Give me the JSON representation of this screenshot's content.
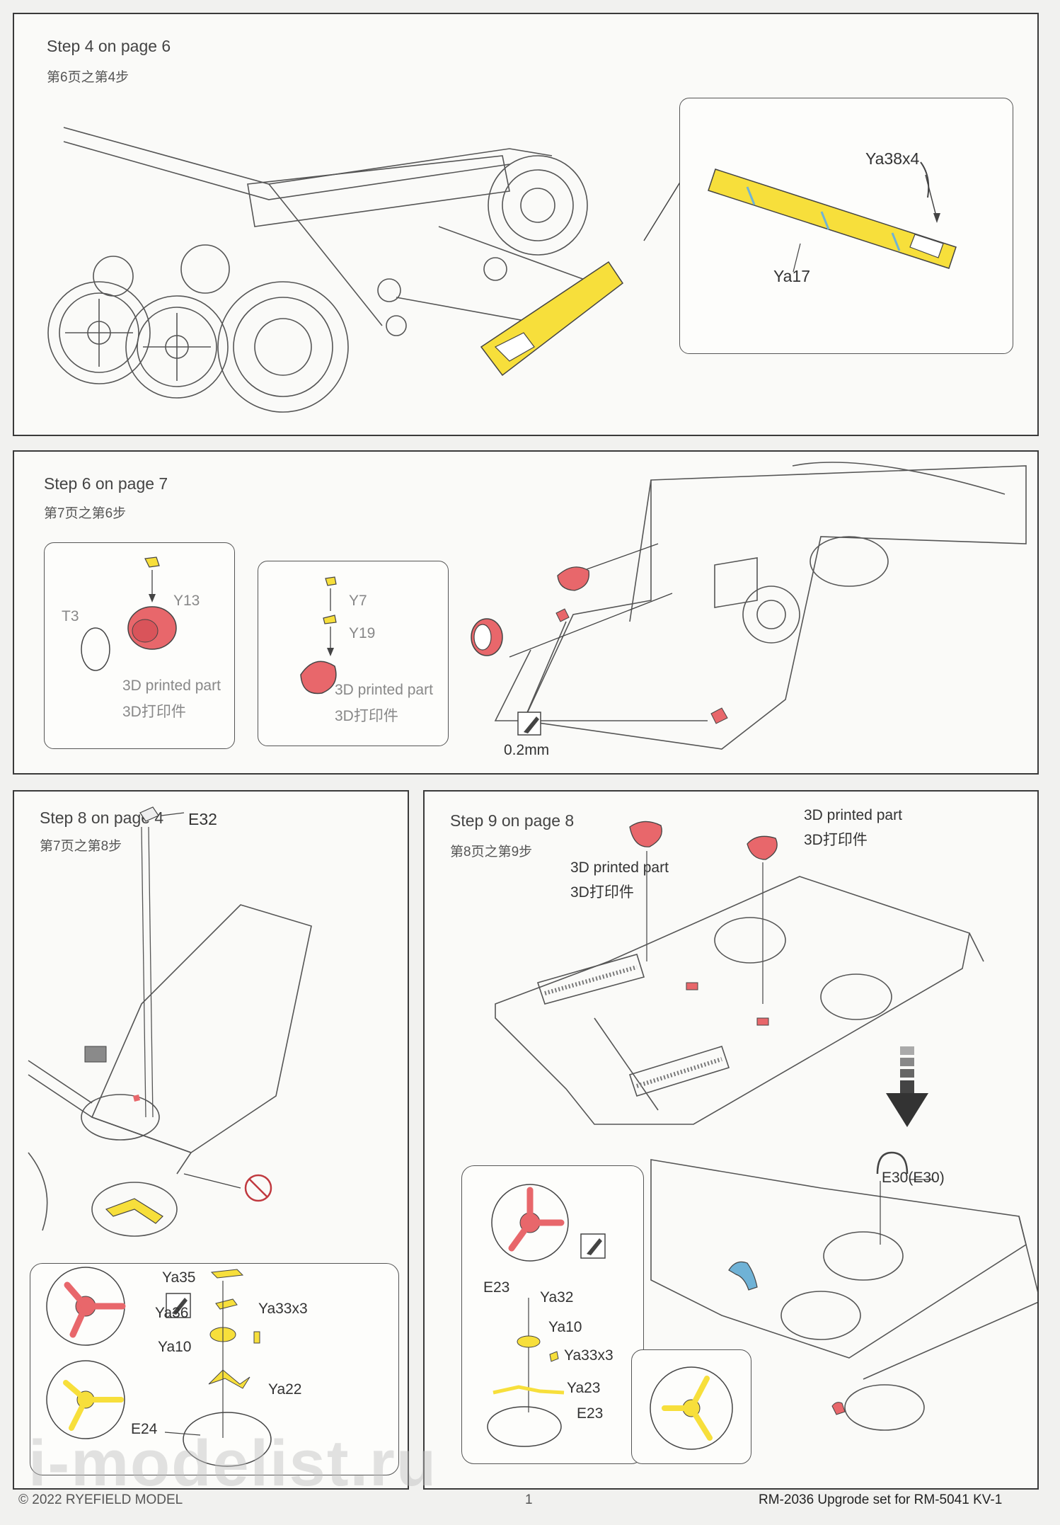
{
  "colors": {
    "yellow_part": "#f7df3b",
    "red_part": "#e8676b",
    "blue_part": "#6fb2d6",
    "line": "#444444",
    "panel_border": "#3a3a3a"
  },
  "steps": {
    "step4": {
      "title": "Step 4 on page 6",
      "subtitle": "第6页之第4步",
      "labels": {
        "ya38": "Ya38x4",
        "ya17": "Ya17"
      }
    },
    "step6": {
      "title": "Step 6 on page 7",
      "subtitle": "第7页之第6步",
      "box1": {
        "t3": "T3",
        "y13": "Y13",
        "printed": "3D printed part",
        "printed_cn": "3D打印件"
      },
      "box2": {
        "y7": "Y7",
        "y19": "Y19",
        "printed": "3D printed part",
        "printed_cn": "3D打印件"
      },
      "thickness": "0.2mm"
    },
    "step8": {
      "title": "Step 8 on page 4",
      "subtitle": "第7页之第8步",
      "labels": {
        "e32": "E32",
        "ya35": "Ya35",
        "ya36": "Ya36",
        "ya33x3": "Ya33x3",
        "ya10": "Ya10",
        "ya22": "Ya22",
        "e24": "E24"
      }
    },
    "step9": {
      "title": "Step 9 on page 8",
      "subtitle": "第8页之第9步",
      "labels": {
        "printed_left": "3D printed part",
        "printed_left_cn": "3D打印件",
        "printed_right": "3D printed part",
        "printed_right_cn": "3D打印件",
        "e30": "E30(E30)",
        "e23_top": "E23",
        "ya32": "Ya32",
        "ya10": "Ya10",
        "ya33x3": "Ya33x3",
        "ya23": "Ya23",
        "e23_bottom": "E23"
      }
    }
  },
  "footer": {
    "copyright": "© 2022 RYEFIELD MODEL",
    "page_number": "1",
    "product": "RM-2036 Upgrode set for RM-5041 KV-1"
  },
  "watermark": "i-modelist.ru"
}
